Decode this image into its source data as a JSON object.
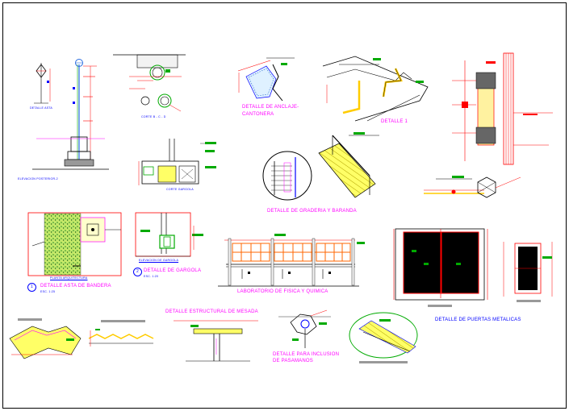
{
  "drawing": {
    "labels": {
      "detalle_asta_small": "DETALLE ASTA",
      "corte": "CORTE B - C - D",
      "elevacion_posterior": "ELEVACION POSTERIOR-2",
      "corte_gargola": "CORTE GARGOLA",
      "anclaje_line1": "DETALLE DE ANCLAJE-",
      "anclaje_line2": "CANTONERA",
      "detalle_1": "DETALLE 1",
      "graderia": "DETALLE DE GRADERIA Y BARANDA",
      "planta_arquitectura": "PLANTA ARQUITECTURA",
      "asta_num": "1",
      "asta_title": "DETALLE ASTA DE BANDERA",
      "asta_scale": "ESC. 1:25",
      "elevacion_gargola": "ELEVACION DE GARGOLA",
      "gargola_num": "2",
      "gargola_title": "DETALLE DE GARGOLA",
      "gargola_scale": "ESC. 1:20",
      "laboratorio": "LABORATORIO   DE FISICA Y QUIMICA",
      "puertas": "DETALLE DE PUERTAS METALICAS",
      "mesada": "DETALLE ESTRUCTURAL DE MESADA",
      "pasamanos_line1": "DETALLE PARA INCLUSION",
      "pasamanos_line2": "DE PASAMANOS"
    },
    "colors": {
      "line": "#ff0000",
      "text": "#ff00ff",
      "label": "#0000ff",
      "accent": "#00aa00",
      "hatch": "#00cc00",
      "highlight": "#ffff00",
      "dark": "#000000",
      "neutral": "#9a9a9a"
    }
  }
}
